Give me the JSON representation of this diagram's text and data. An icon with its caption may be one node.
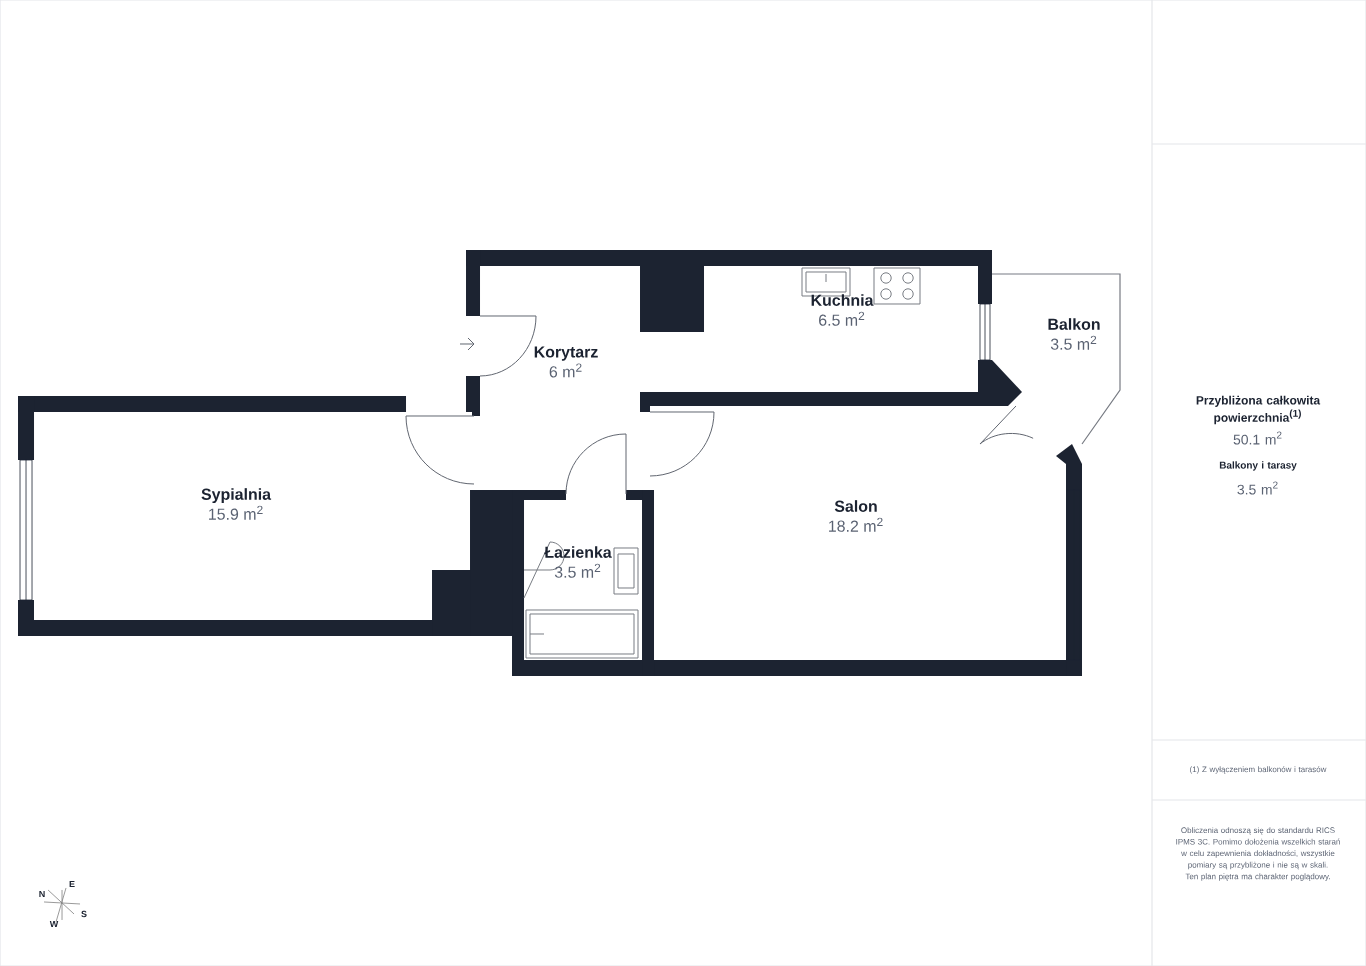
{
  "diagram": {
    "nodes": [
      {
        "text": [
          "Kuchnia",
          "6.5 m$^{2}$"
        ]
      },
      {
        "text": [
          "Balkon",
          "3.5 m$^{2}$"
        ]
      },
      {
        "text": [
          "Korytarz",
          "6 m$^{2}$"
        ]
      },
      {
        "text": [
          "Sypialnia",
          "15.9 m$^{2}$"
        ]
      },
      {
        "text": [
          "Salon",
          "18.2 m$^{2}$"
        ]
      },
      {
        "text": [
          "Łazienka",
          "3.5 m$^{2}$"
        ]
      }
    ],
    "labels": [
      "Przybliżona całkowita powierzchnia$^{(1)}$",
      "50.1 m$^{2}$",
      "Balkony i tarasy",
      "3.5 m$^{2}$",
      "(1) Z wyłączeniem balkonów i tarasów",
      "Obliczenia odnoszą się do standardu RICS IPMS 3C. Pomimo dołożenia wszelkich starań w celu zapewnienia dokładności, wszystkie pomiary są przybliżone i nie są w skali. Ten plan piętra ma charakter poglądowy.",
      "E",
      "N",
      "S",
      "W"
    ]
  }
}
